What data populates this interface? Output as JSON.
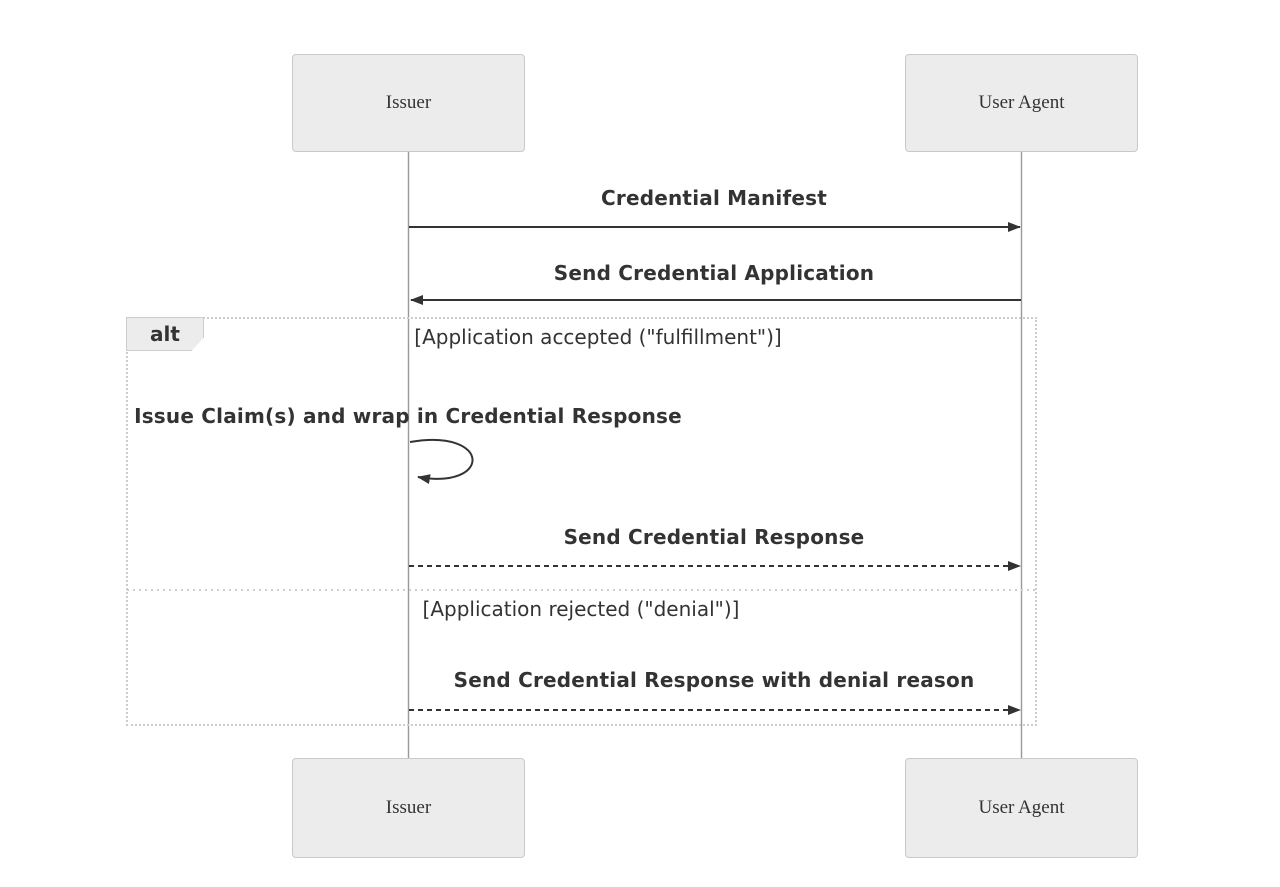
{
  "diagram": {
    "type": "sequence-diagram",
    "actors": [
      {
        "id": "issuer",
        "label": "Issuer"
      },
      {
        "id": "user-agent",
        "label": "User Agent"
      }
    ],
    "messages": [
      {
        "from": "Issuer",
        "to": "User Agent",
        "label": "Credential Manifest",
        "line": "solid",
        "arrowhead": "filled"
      },
      {
        "from": "User Agent",
        "to": "Issuer",
        "label": "Send Credential Application",
        "line": "solid",
        "arrowhead": "filled"
      },
      {
        "from": "Issuer",
        "to": "Issuer",
        "label": "Issue Claim(s) and wrap in Credential Response",
        "line": "self-loop",
        "arrowhead": "filled"
      },
      {
        "from": "Issuer",
        "to": "User Agent",
        "label": "Send Credential Response",
        "line": "dashed",
        "arrowhead": "filled"
      },
      {
        "from": "Issuer",
        "to": "User Agent",
        "label": "Send Credential Response with denial reason",
        "line": "dashed",
        "arrowhead": "filled"
      }
    ],
    "alt_fragment": {
      "label": "alt",
      "branches": [
        "[Application accepted (\"fulfillment\")]",
        "[Application rejected (\"denial\")]"
      ]
    },
    "colors": {
      "background": "#ffffff",
      "actor_fill": "#ececec",
      "actor_stroke": "#c9c9c9",
      "lifeline": "#999999",
      "message": "#333333",
      "text": "#333333",
      "frame_stroke": "#cccccc"
    }
  }
}
